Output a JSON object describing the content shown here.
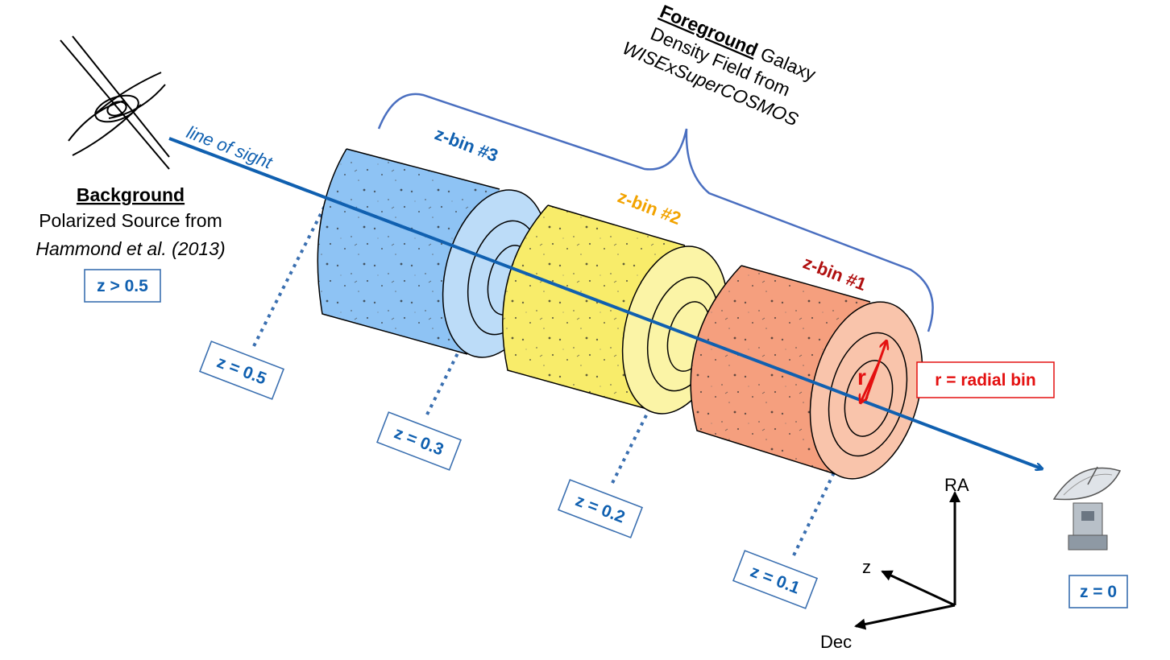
{
  "foreground_label": {
    "bold": "Foreground",
    "line1_rest": " Galaxy",
    "line2": "Density Field from",
    "line3": "WISExSuperCOSMOS"
  },
  "background_label": {
    "bold": "Background",
    "line2": "Polarized Source from",
    "line3": "Hammond et al. (2013)"
  },
  "line_of_sight": "line of sight",
  "bins": [
    {
      "name": "z-bin #3",
      "color": "#1e66c0",
      "fill": "#8ec3f4",
      "face": "#bcdcf8"
    },
    {
      "name": "z-bin #2",
      "color": "#f2a300",
      "fill": "#f8ec6a",
      "face": "#fbf4a6"
    },
    {
      "name": "z-bin #1",
      "color": "#b01010",
      "fill": "#f59f7e",
      "face": "#f9c4ab"
    }
  ],
  "redshift_boxes": {
    "src": "z > 0.5",
    "z05": "z = 0.5",
    "z03": "z = 0.3",
    "z02": "z = 0.2",
    "z01": "z = 0.1",
    "obs": "z = 0"
  },
  "radial": {
    "r": "r",
    "legend": "r = radial bin",
    "color": "#e41010"
  },
  "axes": {
    "ra": "RA",
    "z": "z",
    "dec": "Dec"
  },
  "icons": {
    "source": "quasar-icon",
    "observer": "radio-telescope-icon"
  },
  "colors": {
    "sight_line": "#1060b0",
    "bracket": "#4a6fc0"
  }
}
